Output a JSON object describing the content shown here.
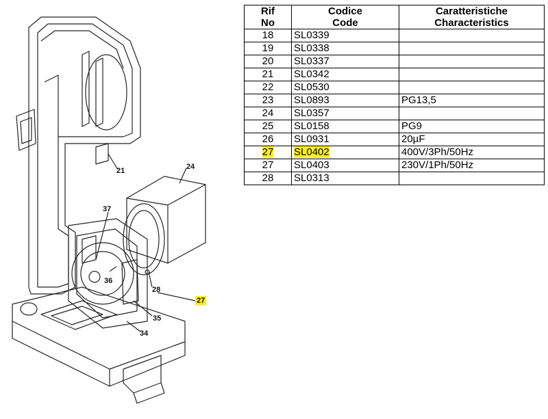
{
  "table": {
    "headers": [
      {
        "line1": "Rif",
        "line2": "No"
      },
      {
        "line1": "Codice",
        "line2": "Code"
      },
      {
        "line1": "Caratteristiche",
        "line2": "Characteristics"
      }
    ],
    "rows": [
      {
        "rif": "18",
        "code": "SL0339",
        "char": ""
      },
      {
        "rif": "19",
        "code": "SL0338",
        "char": ""
      },
      {
        "rif": "20",
        "code": "SL0337",
        "char": ""
      },
      {
        "rif": "21",
        "code": "SL0342",
        "char": ""
      },
      {
        "rif": "22",
        "code": "SL0530",
        "char": ""
      },
      {
        "rif": "23",
        "code": "SL0893",
        "char": "PG13,5"
      },
      {
        "rif": "24",
        "code": "SL0357",
        "char": ""
      },
      {
        "rif": "25",
        "code": "SL0158",
        "char": "PG9"
      },
      {
        "rif": "26",
        "code": "SL0931",
        "char": "20µF"
      },
      {
        "rif": "27",
        "code": "SL0402",
        "char": "400V/3Ph/50Hz",
        "highlighted": true
      },
      {
        "rif": "27",
        "code": "SL0403",
        "char": "230V/1Ph/50Hz"
      },
      {
        "rif": "28",
        "code": "SL0313",
        "char": ""
      }
    ]
  },
  "diagram": {
    "callouts": {
      "c21": "21",
      "c24": "24",
      "c37": "37",
      "c36": "36",
      "c28": "28",
      "c27": "27",
      "c35": "35",
      "c34": "34"
    }
  },
  "colors": {
    "highlight": "#ffee22",
    "line": "#222222"
  }
}
